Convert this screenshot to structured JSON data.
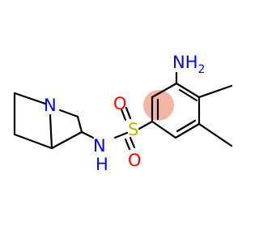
{
  "molecule": {
    "atoms": {
      "ring_n": "N",
      "amide_n": "N",
      "amide_h": "H",
      "sulfur": "S",
      "oxygen_top": "O",
      "oxygen_bottom": "O",
      "amine_n": "NH",
      "amine_sub": "2"
    },
    "colors": {
      "bond": "#000000",
      "nitrogen": "#0000ff",
      "sulfur": "#b8b800",
      "oxygen": "#ff0000",
      "aromatic_highlight": "#f4b4a6"
    }
  }
}
